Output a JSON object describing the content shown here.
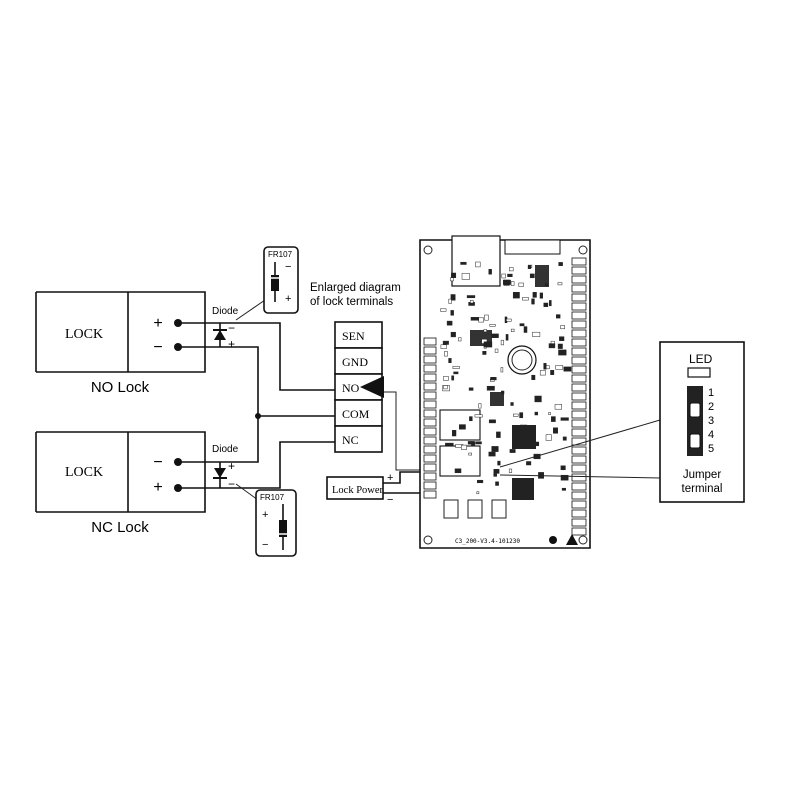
{
  "no_lock": {
    "lock_label": "LOCK",
    "plus": "+",
    "minus": "−",
    "caption": "NO Lock"
  },
  "nc_lock": {
    "lock_label": "LOCK",
    "minus": "−",
    "plus": "+",
    "caption": "NC Lock"
  },
  "diode_top": {
    "label": "Diode",
    "minus": "−",
    "plus": "+"
  },
  "diode_bottom": {
    "label": "Diode",
    "plus": "+",
    "minus": "−"
  },
  "fr107_top": {
    "label": "FR107",
    "minus": "−",
    "plus": "+"
  },
  "fr107_bottom": {
    "label": "FR107",
    "plus": "+",
    "minus": "−"
  },
  "enlarged": {
    "line1": "Enlarged diagram",
    "line2": "of lock terminals"
  },
  "terminals": [
    "SEN",
    "GND",
    "NO",
    "COM",
    "NC"
  ],
  "lock_power": {
    "label": "Lock Power",
    "plus": "+",
    "minus": "−"
  },
  "jumper": {
    "led_label": "LED",
    "pins": [
      "1",
      "2",
      "3",
      "4",
      "5"
    ],
    "caption_line1": "Jumper",
    "caption_line2": "terminal"
  },
  "board": {
    "model": "C3_200-V3.4-101230"
  }
}
